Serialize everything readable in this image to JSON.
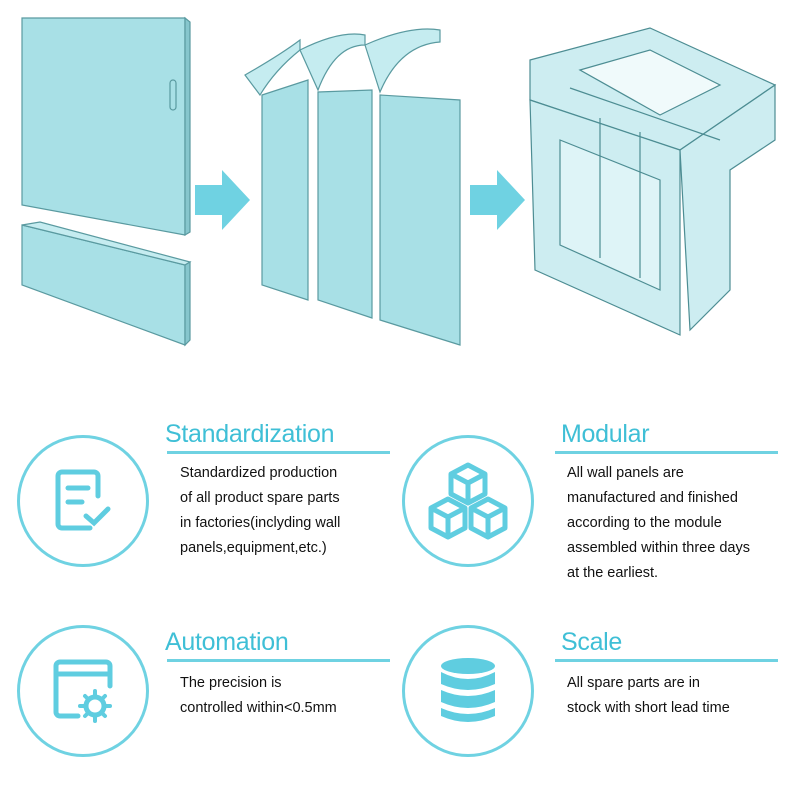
{
  "features": [
    {
      "title": "Standardization",
      "icon": "checklist-icon",
      "lines": [
        "Standardized production",
        "of all product spare parts",
        "in factories(inclyding wall",
        "panels,equipment,etc.)"
      ]
    },
    {
      "title": "Modular",
      "icon": "cubes-icon",
      "lines": [
        "All wall panels are",
        "manufactured and finished",
        "according to the module",
        "assembled within three days",
        "at the earliest."
      ]
    },
    {
      "title": "Automation",
      "icon": "browser-gear-icon",
      "lines": [
        "The precision is",
        "controlled within<0.5mm"
      ]
    },
    {
      "title": "Scale",
      "icon": "database-stack-icon",
      "lines": [
        "All spare parts are in",
        "stock with short lead time"
      ]
    }
  ],
  "colors": {
    "accent": "#6fd2e2",
    "heading": "#3fbfd6",
    "panel": "#a8e0e6",
    "panel_edge": "#5a9aa0"
  }
}
